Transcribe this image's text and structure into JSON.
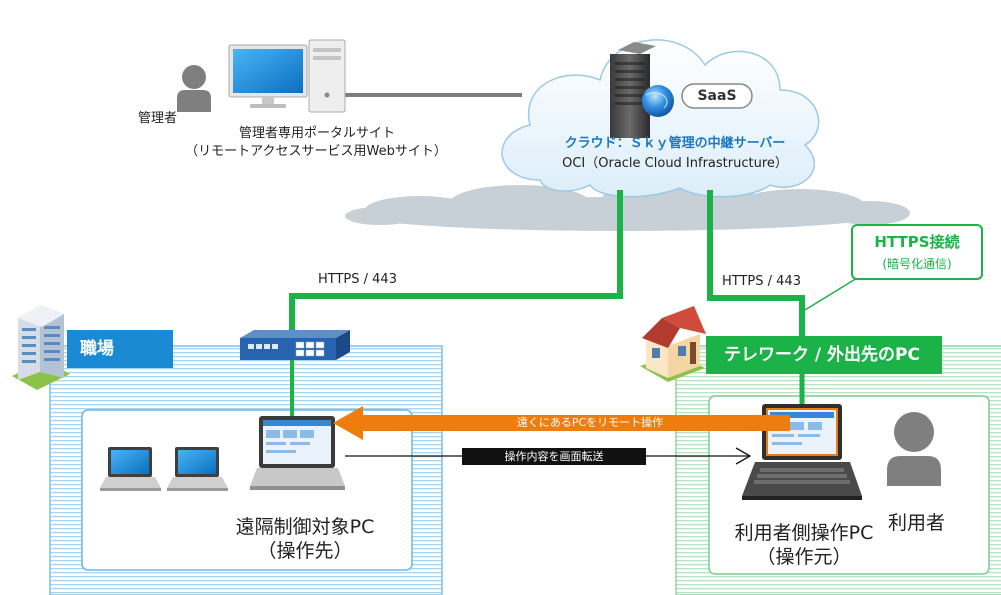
{
  "admin": {
    "person_label": "管理者",
    "portal_line1": "管理者専用ポータルサイト",
    "portal_line2": "（リモートアクセスサービス用Webサイト）"
  },
  "cloud": {
    "saas_badge": "SaaS",
    "title": "クラウド：Ｓｋｙ管理の中継サーバー",
    "subtitle": "OCI（Oracle Cloud Infrastructure）"
  },
  "links": {
    "left_https": "HTTPS / 443",
    "right_https": "HTTPS / 443"
  },
  "callout": {
    "title": "HTTPS接続",
    "subtitle": "(暗号化通信)"
  },
  "office": {
    "banner": "職場",
    "target_line1": "遠隔制御対象PC",
    "target_line2": "（操作先）"
  },
  "remote": {
    "banner": "テレワーク / 外出先のPC",
    "pc_line1": "利用者側操作PC",
    "pc_line2": "（操作元）",
    "user_label": "利用者"
  },
  "arrows": {
    "orange_label": "遠くにあるPCをリモート操作",
    "black_label": "操作内容を画面転送"
  },
  "colors": {
    "green": "#1bb248",
    "blue": "#1a8ad4",
    "orange": "#ee7d0e",
    "cloud_title": "#1a78c2"
  }
}
